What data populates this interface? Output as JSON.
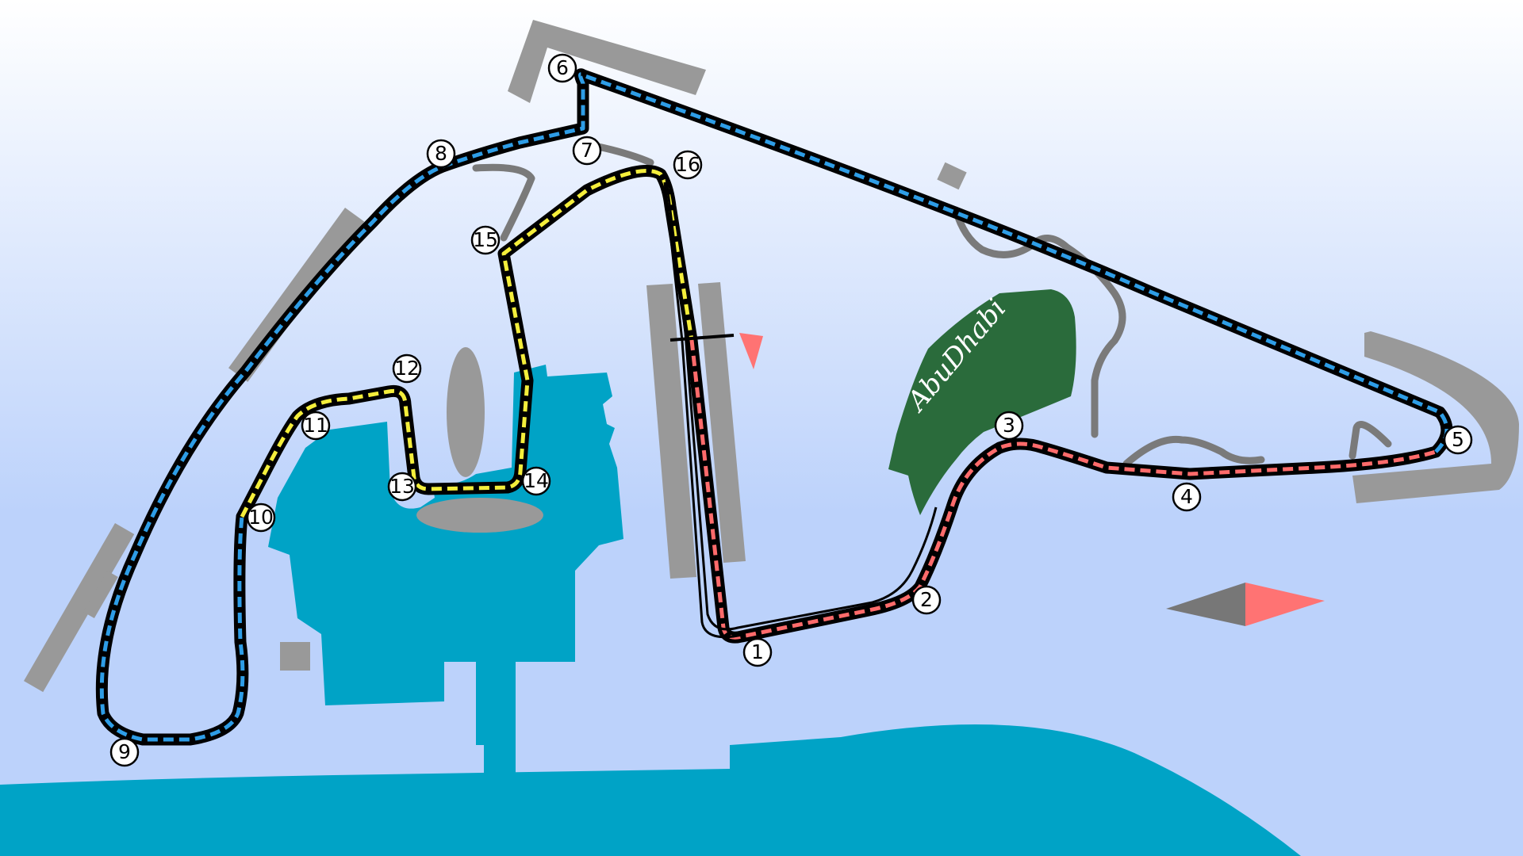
{
  "map": {
    "colors": {
      "sky_top": "#ffffff",
      "sky_bottom": "#bcd2fb",
      "water": "#00a3c6",
      "structure": "#999999",
      "service_road": "#7a7a7a",
      "park": "#2a6b3b",
      "track_outline": "#000000",
      "sector_1": "#ff6b6b",
      "sector_2": "#2e9de6",
      "sector_3": "#f4ee3b",
      "dash_white": "#ffffff",
      "start_marker": "#ff7373",
      "compass_light": "#ff7373",
      "compass_dark": "#777777"
    },
    "park_label": "AbuDhabi",
    "sectors": [
      {
        "id": "sector-1",
        "color_key": "sector_1"
      },
      {
        "id": "sector-2",
        "color_key": "sector_2"
      },
      {
        "id": "sector-3",
        "color_key": "sector_3"
      }
    ],
    "corners": [
      "1",
      "2",
      "3",
      "4",
      "5",
      "6",
      "7",
      "8",
      "9",
      "10",
      "11",
      "12",
      "13",
      "14",
      "15",
      "16"
    ]
  }
}
